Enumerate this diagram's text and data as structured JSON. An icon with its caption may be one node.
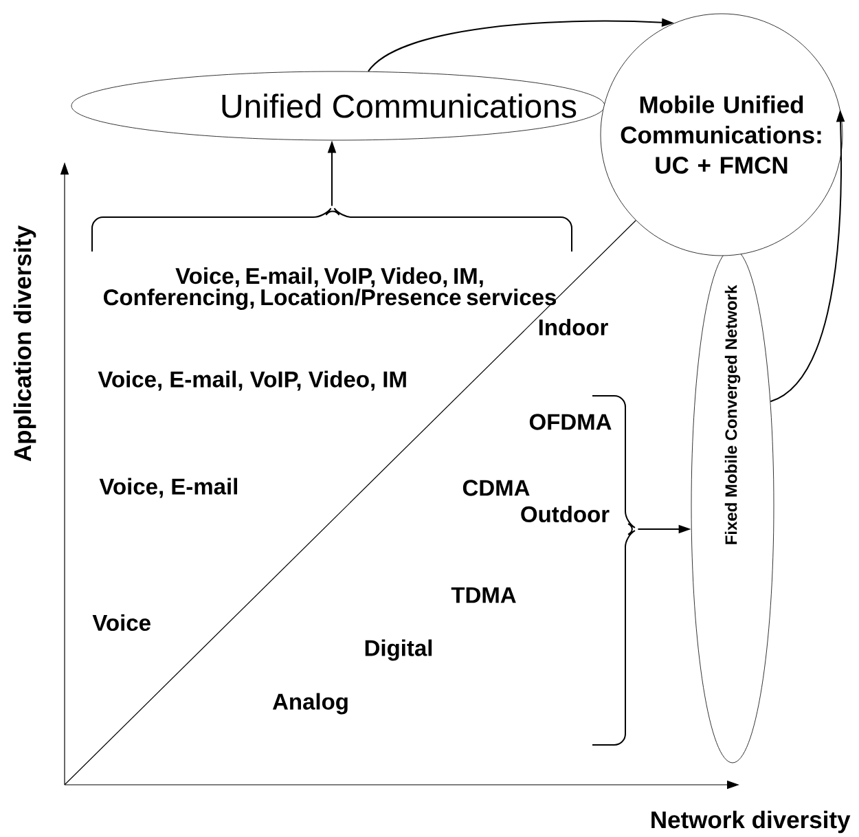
{
  "diagram": {
    "nodes": [
      {
        "text": [
          "Unified Communications"
        ]
      },
      {
        "text": [
          "Mobile Unified Communications: UC + FMCN"
        ]
      },
      {
        "text": [
          "Fixed Mobile Converged Network"
        ]
      },
      {
        "text": [],
        "shape": "brace"
      },
      {
        "text": [],
        "shape": "brace"
      }
    ],
    "edges": [
      {
        "from": 0,
        "to": 1,
        "arrow": "to"
      },
      {
        "from": 2,
        "to": 1,
        "arrow": "to"
      },
      {
        "from": 3,
        "to": 0,
        "arrow": "to"
      },
      {
        "from": 4,
        "to": 2,
        "arrow": "to"
      },
      {
        "from": null,
        "to": 1,
        "arrow": "none"
      }
    ],
    "labels": [
      "Voice, E-mail, VoIP, Video, IM, Conferencing, Location/Presence services",
      "Indoor",
      "Voice, E-mail, VoIP, Video, IM",
      "OFDMA",
      "Application diversity",
      "Voice, E-mail",
      "CDMA",
      "Outdoor",
      "TDMA",
      "Voice",
      "Digital",
      "Analog",
      "Network diversity"
    ]
  }
}
